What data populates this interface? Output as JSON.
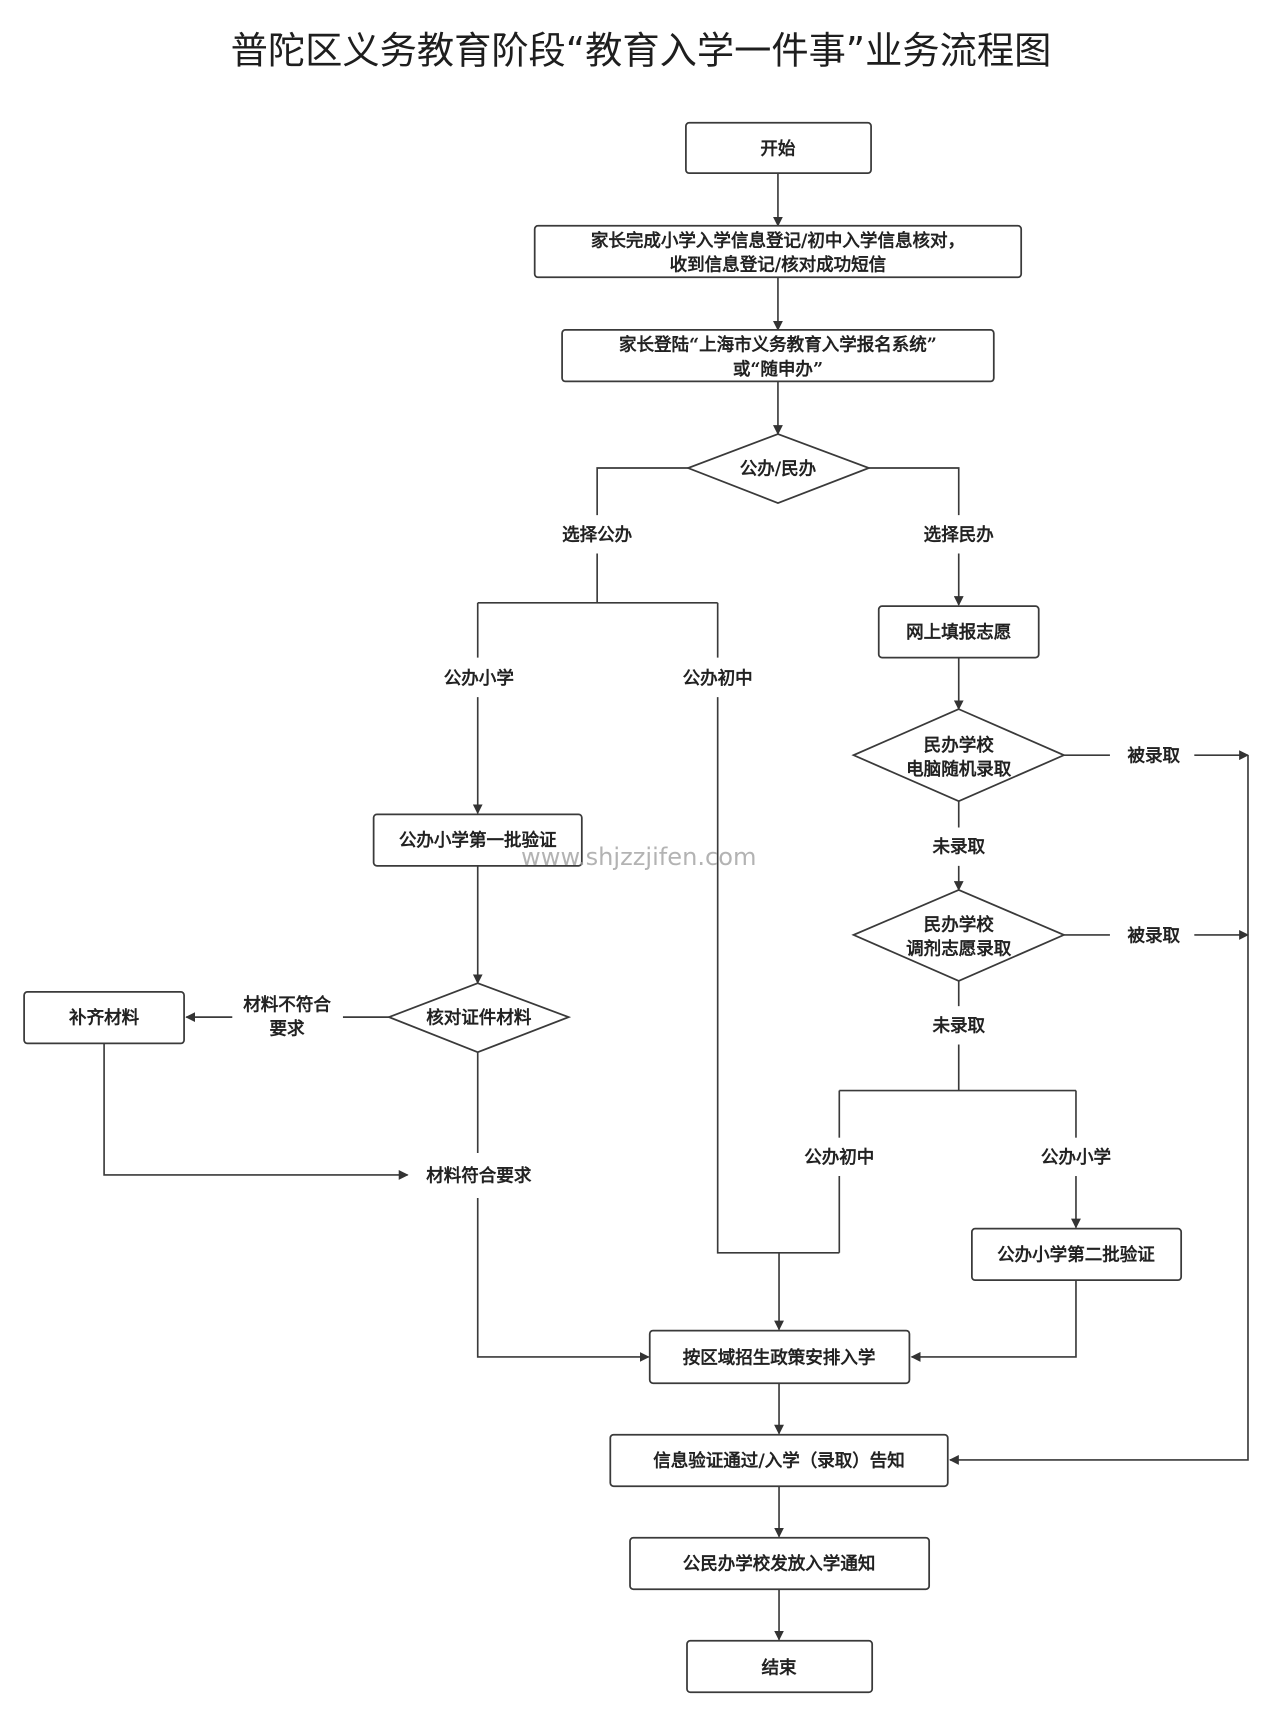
{
  "title": "普陀区义务教育阶段“教育入学一件事”业务流程图",
  "watermark": "www.shjzzjifen.com",
  "colors": {
    "stroke": "#3a3a3a",
    "text": "#222222",
    "background": "#ffffff"
  },
  "nodes": {
    "start": {
      "type": "terminal",
      "lines": [
        "开始"
      ]
    },
    "register": {
      "type": "process",
      "lines": [
        "家长完成小学入学信息登记/初中入学信息核对，",
        "收到信息登记/核对成功短信"
      ]
    },
    "login": {
      "type": "process",
      "lines": [
        "家长登陆“上海市义务教育入学报名系统”",
        "或“随申办”"
      ]
    },
    "public_private": {
      "type": "decision",
      "lines": [
        "公办/民办"
      ]
    },
    "fill_wish": {
      "type": "process",
      "lines": [
        "网上填报志愿"
      ]
    },
    "private_lottery": {
      "type": "decision",
      "lines": [
        "民办学校",
        "电脑随机录取"
      ]
    },
    "private_adjust": {
      "type": "decision",
      "lines": [
        "民办学校",
        "调剂志愿录取"
      ]
    },
    "primary_batch1": {
      "type": "process",
      "lines": [
        "公办小学第一批验证"
      ]
    },
    "check_docs": {
      "type": "decision",
      "lines": [
        "核对证件材料"
      ]
    },
    "supplement": {
      "type": "process",
      "lines": [
        "补齐材料"
      ]
    },
    "primary_batch2": {
      "type": "process",
      "lines": [
        "公办小学第二批验证"
      ]
    },
    "arrange": {
      "type": "process",
      "lines": [
        "按区域招生政策安排入学"
      ]
    },
    "notify_result": {
      "type": "process",
      "lines": [
        "信息验证通过/入学（录取）告知"
      ]
    },
    "issue_notice": {
      "type": "process",
      "lines": [
        "公民办学校发放入学通知"
      ]
    },
    "end": {
      "type": "terminal",
      "lines": [
        "结束"
      ]
    }
  },
  "edge_labels": {
    "choose_public": [
      "选择公办"
    ],
    "choose_private": [
      "选择民办"
    ],
    "public_primary": [
      "公办小学"
    ],
    "public_middle": [
      "公办初中"
    ],
    "admitted_1": [
      "被录取"
    ],
    "not_admitted_1": [
      "未录取"
    ],
    "admitted_2": [
      "被录取"
    ],
    "not_admitted_2": [
      "未录取"
    ],
    "docs_not_ok": [
      "材料不符合",
      "要求"
    ],
    "docs_ok": [
      "材料符合要求"
    ],
    "public_middle_2": [
      "公办初中"
    ],
    "public_primary_2": [
      "公办小学"
    ]
  },
  "edges": [
    {
      "from": "start",
      "to": "register"
    },
    {
      "from": "register",
      "to": "login"
    },
    {
      "from": "login",
      "to": "public_private"
    },
    {
      "from": "public_private",
      "to": "primary_batch1",
      "label": "choose_public / public_primary"
    },
    {
      "from": "public_private",
      "to": "arrange",
      "label": "choose_public / public_middle"
    },
    {
      "from": "public_private",
      "to": "fill_wish",
      "label": "choose_private"
    },
    {
      "from": "fill_wish",
      "to": "private_lottery"
    },
    {
      "from": "private_lottery",
      "to": "notify_result",
      "label": "admitted_1"
    },
    {
      "from": "private_lottery",
      "to": "private_adjust",
      "label": "not_admitted_1"
    },
    {
      "from": "private_adjust",
      "to": "notify_result",
      "label": "admitted_2"
    },
    {
      "from": "private_adjust",
      "to": "arrange",
      "label": "not_admitted_2 / public_middle_2"
    },
    {
      "from": "private_adjust",
      "to": "primary_batch2",
      "label": "not_admitted_2 / public_primary_2"
    },
    {
      "from": "primary_batch1",
      "to": "check_docs"
    },
    {
      "from": "check_docs",
      "to": "supplement",
      "label": "docs_not_ok"
    },
    {
      "from": "supplement",
      "to": "arrange",
      "label": "docs_ok"
    },
    {
      "from": "check_docs",
      "to": "arrange",
      "label": "docs_ok"
    },
    {
      "from": "primary_batch2",
      "to": "arrange"
    },
    {
      "from": "arrange",
      "to": "notify_result"
    },
    {
      "from": "notify_result",
      "to": "issue_notice"
    },
    {
      "from": "issue_notice",
      "to": "end"
    }
  ]
}
